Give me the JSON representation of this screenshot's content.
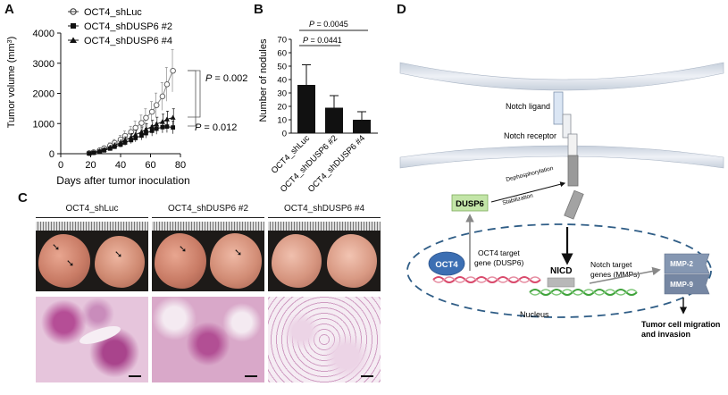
{
  "panels": {
    "a": "A",
    "b": "B",
    "c": "C",
    "d": "D"
  },
  "panel_a": {
    "ylabel": "Tumor volume (mm³)",
    "ylabel_main": "Tumor volume (mm",
    "ylabel_sup": "3",
    "ylabel_tail": ")",
    "xlabel": "Days after tumor inoculation",
    "legend": [
      "OCT4_shLuc",
      "OCT4_shDUSP6 #2",
      "OCT4_shDUSP6 #4"
    ],
    "p_top_italic": "P",
    "p_top_value": " = 0.002",
    "p_bottom_italic": "P",
    "p_bottom_value": " = 0.012"
  },
  "panel_b": {
    "ylabel": "Number of nodules",
    "p1_italic": "P",
    "p1_value": " = 0.0441",
    "p2_italic": "P",
    "p2_value": " = 0.0045"
  },
  "panel_c": {
    "groups": [
      "OCT4_shLuc",
      "OCT4_shDUSP6 #2",
      "OCT4_shDUSP6 #4"
    ]
  },
  "panel_d": {
    "notch_ligand": "Notch ligand",
    "notch_receptor": "Notch receptor",
    "dusp6": "DUSP6",
    "dephosphorylation": "Dephosphorylation",
    "stabilization": "Stabilization",
    "oct4": "OCT4",
    "oct4_target_1": "OCT4 target",
    "oct4_target_2": "gene (DUSP6)",
    "nicd": "NICD",
    "notch_target_1": "Notch target",
    "notch_target_2": "genes (MMPs)",
    "nucleus": "Nucleus",
    "mmp2": "MMP-2",
    "mmp9": "MMP-9",
    "outcome_1": "Tumor cell migration",
    "outcome_2": "and invasion"
  },
  "chart_data": [
    {
      "type": "line",
      "xlabel": "Days after tumor inoculation",
      "ylabel": "Tumor volume (mm³)",
      "xlim": [
        0,
        80
      ],
      "ylim": [
        0,
        4000
      ],
      "xticks": [
        0,
        20,
        40,
        60,
        80
      ],
      "yticks": [
        0,
        1000,
        2000,
        3000,
        4000
      ],
      "legend_position": "top-left",
      "x": [
        19,
        22,
        26,
        29,
        33,
        36,
        40,
        43,
        47,
        50,
        54,
        57,
        61,
        64,
        68,
        71,
        75
      ],
      "series": [
        {
          "name": "OCT4_shLuc",
          "marker": "open-circle",
          "values": [
            20,
            50,
            110,
            180,
            270,
            360,
            470,
            590,
            720,
            860,
            1020,
            1190,
            1390,
            1610,
            1900,
            2300,
            2750
          ],
          "errors": [
            15,
            30,
            50,
            70,
            90,
            110,
            140,
            160,
            190,
            220,
            260,
            300,
            340,
            400,
            460,
            560,
            700
          ]
        },
        {
          "name": "OCT4_shDUSP6 #2",
          "marker": "filled-square",
          "values": [
            10,
            30,
            70,
            110,
            170,
            230,
            300,
            370,
            450,
            520,
            600,
            680,
            760,
            830,
            880,
            900,
            870
          ],
          "errors": [
            10,
            20,
            30,
            40,
            55,
            70,
            85,
            100,
            115,
            130,
            145,
            160,
            175,
            185,
            190,
            200,
            210
          ]
        },
        {
          "name": "OCT4_shDUSP6 #4",
          "marker": "filled-triangle",
          "values": [
            15,
            40,
            90,
            140,
            210,
            280,
            360,
            450,
            540,
            630,
            720,
            810,
            900,
            980,
            1060,
            1140,
            1200
          ],
          "errors": [
            10,
            20,
            35,
            45,
            60,
            75,
            90,
            110,
            130,
            150,
            170,
            190,
            210,
            230,
            250,
            270,
            290
          ]
        }
      ]
    },
    {
      "type": "bar",
      "ylabel": "Number of nodules",
      "ylim": [
        0,
        70
      ],
      "yticks": [
        0,
        10,
        20,
        30,
        40,
        50,
        60,
        70
      ],
      "categories": [
        "OCT4_shLuc",
        "OCT4_shDUSP6 #2",
        "OCT4_shDUSP6 #4"
      ],
      "values": [
        36,
        19,
        10
      ],
      "errors": [
        15,
        9,
        6
      ]
    }
  ]
}
